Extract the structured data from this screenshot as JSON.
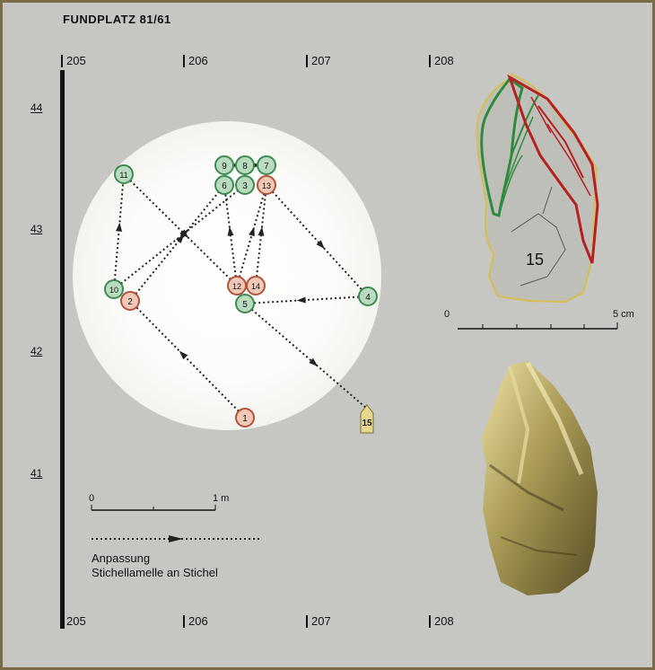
{
  "title": "FUNDPLATZ 81/61",
  "x_axis": {
    "top": [
      "205",
      "206",
      "207",
      "208"
    ],
    "bottom": [
      "205",
      "206",
      "207",
      "208"
    ]
  },
  "y_axis": [
    "44",
    "43",
    "42",
    "41"
  ],
  "nodes": [
    {
      "id": "1",
      "color": "red"
    },
    {
      "id": "2",
      "color": "red"
    },
    {
      "id": "3",
      "color": "green"
    },
    {
      "id": "4",
      "color": "green"
    },
    {
      "id": "5",
      "color": "green"
    },
    {
      "id": "6",
      "color": "green"
    },
    {
      "id": "7",
      "color": "green"
    },
    {
      "id": "8",
      "color": "green"
    },
    {
      "id": "9",
      "color": "green"
    },
    {
      "id": "10",
      "color": "green"
    },
    {
      "id": "11",
      "color": "green"
    },
    {
      "id": "12",
      "color": "red"
    },
    {
      "id": "13",
      "color": "red"
    },
    {
      "id": "14",
      "color": "red"
    }
  ],
  "burin": {
    "id": "15"
  },
  "drawing": {
    "label": "15",
    "scale_start": "0",
    "scale_end": "5 cm"
  },
  "scale_bar": {
    "start": "0",
    "end": "1 m"
  },
  "legend": {
    "line1": "Anpassung",
    "line2": "Stichellamelle an Stichel"
  },
  "colors": {
    "green_node": "#b9dcc0",
    "green_stroke": "#3d8a52",
    "red_node": "#f0c9b8",
    "red_stroke": "#b4533c",
    "burin": "#e7d98b",
    "background": "#c6c6c3"
  }
}
